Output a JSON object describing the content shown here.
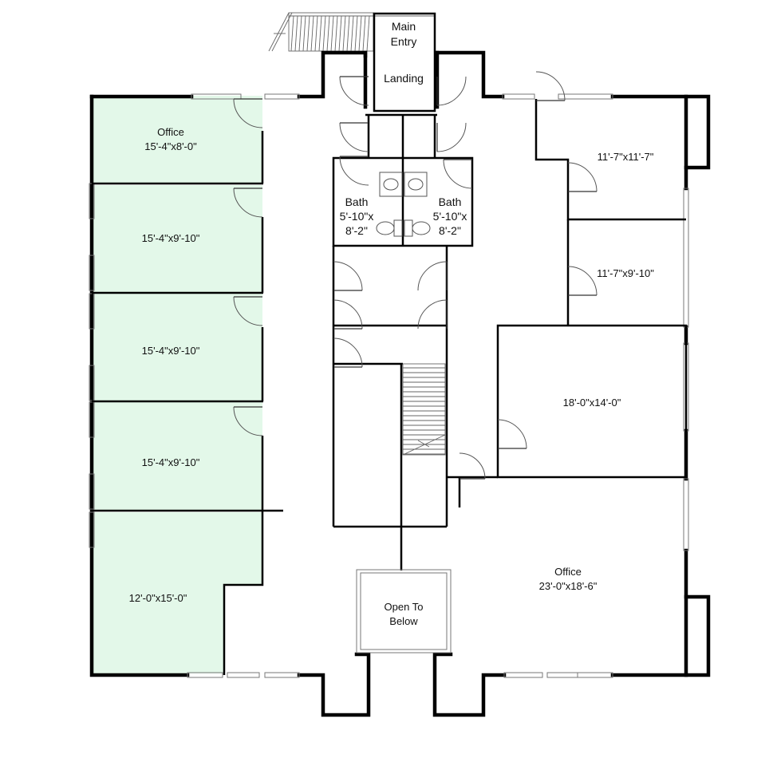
{
  "plan": {
    "highlight_color": "#e3f8e9",
    "rooms": {
      "office_top_left": {
        "name": "Office",
        "size": "15'-4\"x8'-0\""
      },
      "left_room_2": {
        "size": "15'-4\"x9'-10\""
      },
      "left_room_3": {
        "size": "15'-4\"x9'-10\""
      },
      "left_room_4": {
        "size": "15'-4\"x9'-10\""
      },
      "left_room_5": {
        "size": "12'-0\"x15'-0\""
      },
      "main_entry": {
        "line1": "Main",
        "line2": "Entry",
        "line3": "Landing"
      },
      "bath_left": {
        "name": "Bath",
        "size_a": "5'-10\"x",
        "size_b": "8'-2\""
      },
      "bath_right": {
        "name": "Bath",
        "size_a": "5'-10\"x",
        "size_b": "8'-2\""
      },
      "right_room_1": {
        "size": "11'-7\"x11'-7\""
      },
      "right_room_2": {
        "size": "11'-7\"x9'-10\""
      },
      "right_room_3": {
        "size": "18'-0\"x14'-0\""
      },
      "office_bottom_right": {
        "name": "Office",
        "size": "23'-0\"x18'-6\""
      },
      "open_to_below": {
        "line1": "Open To",
        "line2": "Below"
      }
    }
  }
}
